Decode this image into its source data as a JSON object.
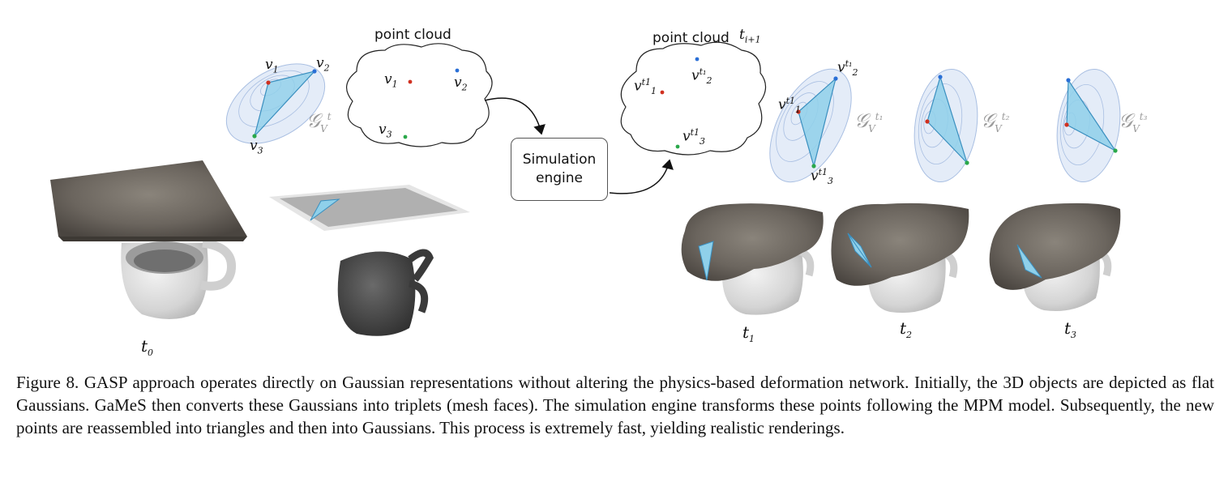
{
  "figure": {
    "point_cloud_left_label": "point cloud",
    "point_cloud_right_label": "point cloud",
    "t_next": "t",
    "t_next_sub": "i+1",
    "simulation_engine": "Simulation\nengine",
    "v1": "v",
    "v1_sub": "1",
    "v2": "v",
    "v2_sub": "2",
    "v3": "v",
    "v3_sub": "3",
    "v_t1_sup": "t1",
    "g_symbol": "𝒢",
    "g_sub": "V",
    "g_t_sup": "t",
    "g_t1_sup": "t₁",
    "g_t2_sup": "t₂",
    "g_t3_sup": "t₃",
    "v2_cloud_sup": "t₁",
    "t0": "t",
    "t0_sub": "0",
    "t1": "t",
    "t1_sub": "1",
    "t2": "t",
    "t2_sub": "2",
    "t3": "t",
    "t3_sub": "3"
  },
  "colors": {
    "triangle_fill": "#8fd0ea",
    "triangle_stroke": "#3a8fbf",
    "ellipse_fill": "#e4ecf8",
    "vertex_red": "#d03020",
    "vertex_blue": "#2a6fd6",
    "vertex_green": "#2aa84a",
    "cloth": "#6b655e",
    "mug": "#d9d9d9"
  },
  "caption": "Figure 8. GASP approach operates directly on Gaussian representations without altering the physics-based deformation network. Initially, the 3D objects are depicted as flat Gaussians. GaMeS then converts these Gaussians into triplets (mesh faces). The simulation engine transforms these points following the MPM model. Subsequently, the new points are reassembled into triangles and then into Gaussians. This process is extremely fast, yielding realistic renderings."
}
